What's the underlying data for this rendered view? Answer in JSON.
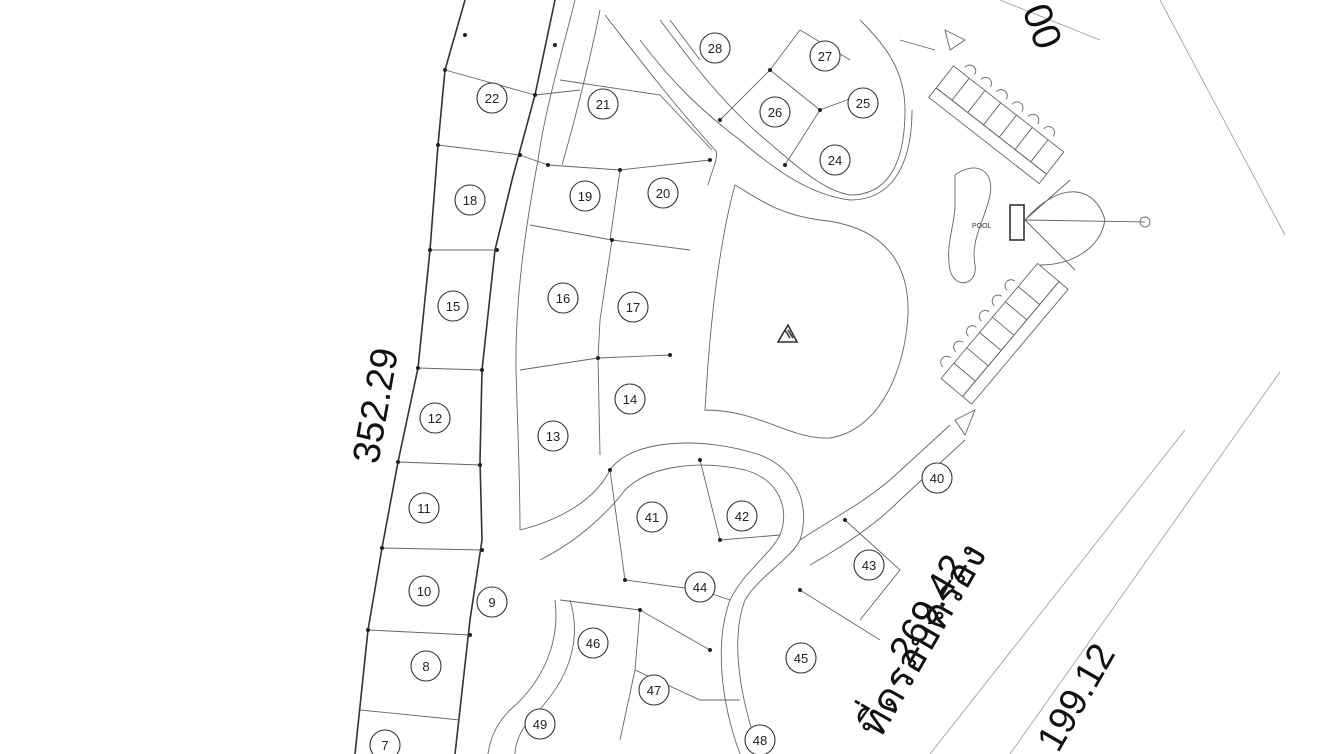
{
  "dimensions": {
    "left_side": "352.29",
    "right_inner": "269.42",
    "right_outer": "199.12",
    "top_right": "00"
  },
  "road_label": "ที่ดรอบครอง",
  "pool_label": "POOL",
  "lots": [
    {
      "id": "l22",
      "label": "22"
    },
    {
      "id": "l21",
      "label": "21"
    },
    {
      "id": "l28",
      "label": "28"
    },
    {
      "id": "l27",
      "label": "27"
    },
    {
      "id": "l26",
      "label": "26"
    },
    {
      "id": "l25",
      "label": "25"
    },
    {
      "id": "l24",
      "label": "24"
    },
    {
      "id": "l18",
      "label": "18"
    },
    {
      "id": "l19",
      "label": "19"
    },
    {
      "id": "l20",
      "label": "20"
    },
    {
      "id": "l15",
      "label": "15"
    },
    {
      "id": "l16",
      "label": "16"
    },
    {
      "id": "l17",
      "label": "17"
    },
    {
      "id": "l12",
      "label": "12"
    },
    {
      "id": "l13",
      "label": "13"
    },
    {
      "id": "l14",
      "label": "14"
    },
    {
      "id": "l11",
      "label": "11"
    },
    {
      "id": "l10",
      "label": "10"
    },
    {
      "id": "l9",
      "label": "9"
    },
    {
      "id": "l8",
      "label": "8"
    },
    {
      "id": "l7",
      "label": "7"
    },
    {
      "id": "l41",
      "label": "41"
    },
    {
      "id": "l42",
      "label": "42"
    },
    {
      "id": "l40",
      "label": "40"
    },
    {
      "id": "l43",
      "label": "43"
    },
    {
      "id": "l44",
      "label": "44"
    },
    {
      "id": "l46",
      "label": "46"
    },
    {
      "id": "l45",
      "label": "45"
    },
    {
      "id": "l47",
      "label": "47"
    },
    {
      "id": "l49",
      "label": "49"
    },
    {
      "id": "l48",
      "label": "48"
    }
  ]
}
